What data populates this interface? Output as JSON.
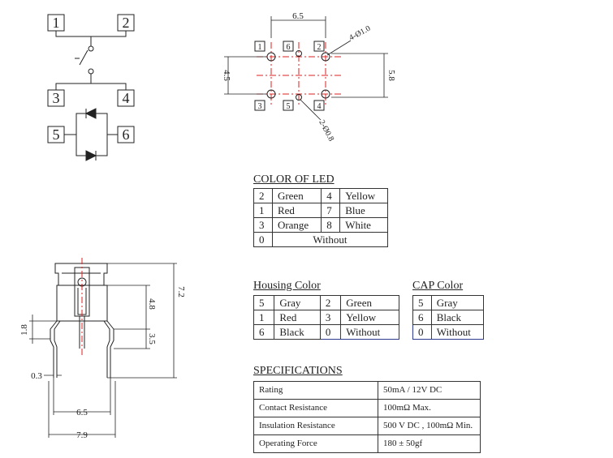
{
  "schematic": {
    "pins": {
      "p1": "1",
      "p2": "2",
      "p3": "3",
      "p4": "4",
      "p5": "5",
      "p6": "6"
    }
  },
  "footprint": {
    "dim_top": "6.5",
    "dim_left": "4.5",
    "dim_right": "5.8",
    "pin_labels": {
      "p1": "1",
      "p6": "6",
      "p2": "2",
      "p3": "3",
      "p5": "5",
      "p4": "4"
    },
    "hole_large": "4-Ø1.0",
    "hole_small": "2-Ø0.8"
  },
  "side_view": {
    "dim_72": "7.2",
    "dim_48": "4.8",
    "dim_35": "3.5",
    "dim_18": "1.8",
    "dim_03": "0.3",
    "dim_65": "6.5",
    "dim_79": "7.9"
  },
  "led": {
    "title": "COLOR OF LED",
    "rows": [
      [
        "2",
        "Green",
        "4",
        "Yellow"
      ],
      [
        "1",
        "Red",
        "7",
        "Blue"
      ],
      [
        "3",
        "Orange",
        "8",
        "White"
      ]
    ],
    "last": [
      "0",
      "Without"
    ]
  },
  "housing": {
    "title": "Housing Color",
    "rows": [
      [
        "5",
        "Gray",
        "2",
        "Green"
      ],
      [
        "1",
        "Red",
        "3",
        "Yellow"
      ],
      [
        "6",
        "Black",
        "0",
        "Without"
      ]
    ]
  },
  "cap": {
    "title": "CAP Color",
    "rows": [
      [
        "5",
        "Gray"
      ],
      [
        "6",
        "Black"
      ],
      [
        "0",
        "Without"
      ]
    ]
  },
  "specs": {
    "title": "SPECIFICATIONS",
    "rows": [
      [
        "Rating",
        "50mA / 12V DC"
      ],
      [
        "Contact Resistance",
        "100mΩ  Max."
      ],
      [
        "Insulation Resistance",
        "500 V DC , 100mΩ  Min."
      ],
      [
        "Operating Force",
        "180 ± 50gf"
      ]
    ]
  }
}
